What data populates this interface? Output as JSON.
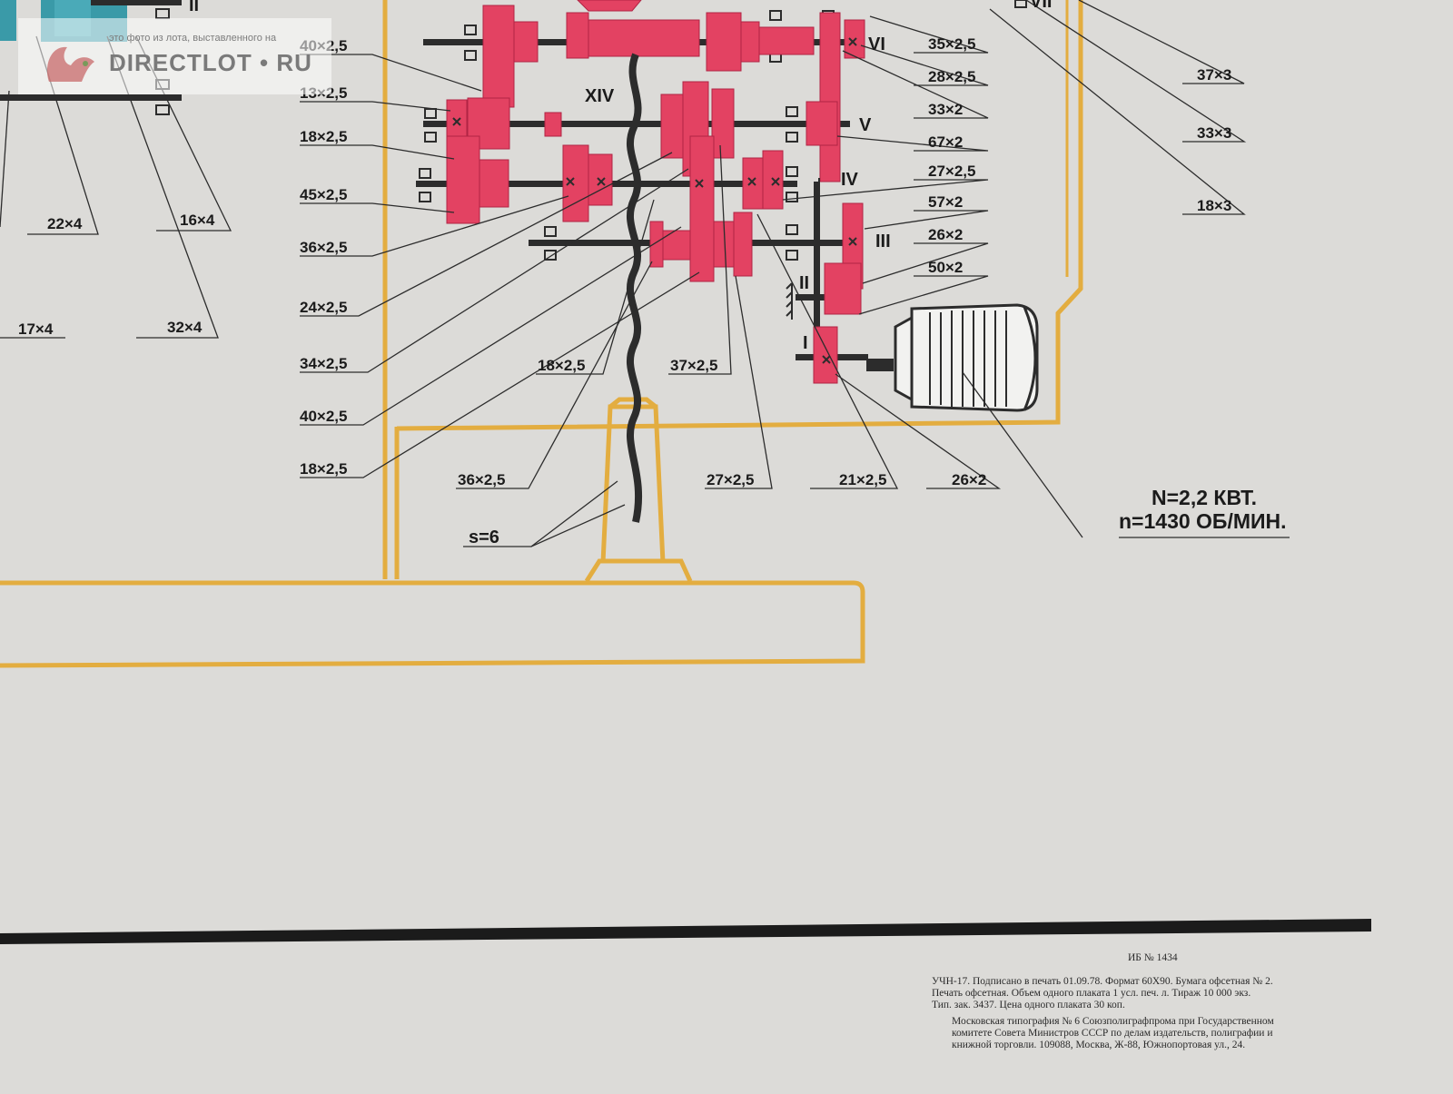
{
  "watermark": {
    "caption": "это фото из лота, выставленного на",
    "brand": "DIRECTLOT • RU"
  },
  "diagram": {
    "shaft_labels": {
      "vi": "VI",
      "v": "V",
      "iv": "IV",
      "iii": "III",
      "ii": "II",
      "i": "I",
      "xiv": "XIV",
      "top_ii": "II",
      "vii": "VII"
    },
    "gear_labels": {
      "g40x25_top": "40×2,5",
      "g13x25": "13×2,5",
      "g18x25_left": "18×2,5",
      "g45x25": "45×2,5",
      "g36x25_left": "36×2,5",
      "g24x25": "24×2,5",
      "g34x25": "34×2,5",
      "g40x25_low": "40×2,5",
      "g18x25_low": "18×2,5",
      "g18x25_mid": "18×2,5",
      "g37x25": "37×2,5",
      "g36x25_bottom": "36×2,5",
      "g27x25_bottom": "27×2,5",
      "g21x25": "21×2,5",
      "g26x2_bottom": "26×2",
      "g35x25": "35×2,5",
      "g28x25": "28×2,5",
      "g33x2": "33×2",
      "g67x2": "67×2",
      "g27x25_right": "27×2,5",
      "g57x2": "57×2",
      "g26x2_right": "26×2",
      "g50x2": "50×2",
      "g37x3": "37×3",
      "g33x3": "33×3",
      "g18x3": "18×3",
      "g22x4": "22×4",
      "g16x4": "16×4",
      "g17x4": "17×4",
      "g32x4": "32×4",
      "feed": "s=6"
    },
    "motor": {
      "power": "N=2,2 КВТ.",
      "speed": "n=1430 ОБ/МИН."
    }
  },
  "imprint": {
    "ib_number": "ИБ № 1434",
    "line1": "УЧН-17.  Подписано в печать 01.09.78.  Формат 60Х90.  Бумага офсетная № 2.",
    "line2": "Печать офсетная.  Объем одного плаката 1 усл. печ. л.  Тираж 10 000 экз.",
    "line3": "Тип. зак. 3437. Цена одного плаката 30 коп.",
    "line4": "Московская типография № 6 Союзполиграфпрома при Государственном",
    "line5": "комитете Совета Министров СССР по делам издательств, полиграфии и",
    "line6": "книжной торговли. 109088, Москва, Ж-88, Южнопортовая ул., 24."
  },
  "colors": {
    "gear": "#e34262",
    "frame": "#e3ad40",
    "shaft": "#2c2c2c",
    "motor": "#f2f2f0",
    "teal": "#3a9aa8"
  }
}
